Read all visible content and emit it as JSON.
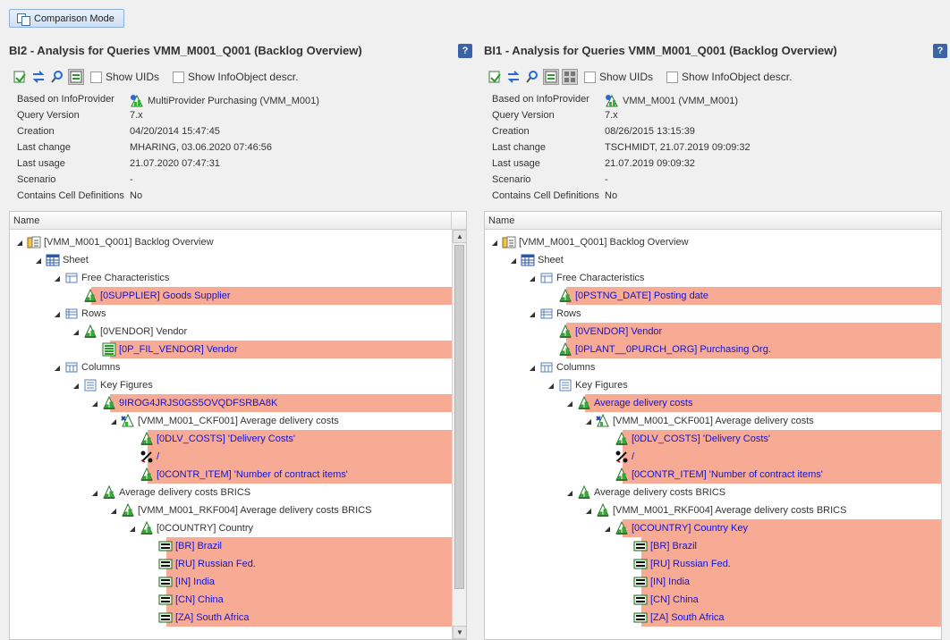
{
  "toolbar": {
    "comparison_mode": "Comparison Mode"
  },
  "colors": {
    "highlight": "#f7ab94",
    "link_blue": "#1414d2",
    "accent": "#3a64a6"
  },
  "panels": [
    {
      "title": "BI2 - Analysis for Queries VMM_M001_Q001 (Backlog Overview)",
      "help": "?",
      "show_uids": "Show UIDs",
      "show_infoobject": "Show InfoObject descr.",
      "props": [
        {
          "k": "Based on InfoProvider",
          "v": "MultiProvider Purchasing (VMM_M001)"
        },
        {
          "k": "Query Version",
          "v": "7.x"
        },
        {
          "k": "Creation",
          "v": "04/20/2014 15:47:45"
        },
        {
          "k": "Last change",
          "v": "MHARING, 03.06.2020 07:46:56"
        },
        {
          "k": "Last usage",
          "v": "21.07.2020 07:47:31"
        },
        {
          "k": "Scenario",
          "v": "-"
        },
        {
          "k": "Contains Cell Definitions",
          "v": "No"
        }
      ],
      "tree_header": "Name",
      "tree": [
        {
          "level": 0,
          "icon": "query",
          "label": "[VMM_M001_Q001] Backlog Overview",
          "hl": false,
          "blue": false,
          "exp": true
        },
        {
          "level": 1,
          "icon": "sheet",
          "label": "Sheet",
          "hl": false,
          "blue": false,
          "exp": true
        },
        {
          "level": 2,
          "icon": "free",
          "label": "Free Characteristics",
          "hl": false,
          "blue": false,
          "exp": true
        },
        {
          "level": 3,
          "icon": "char",
          "label": "[0SUPPLIER] Goods Supplier",
          "hl": true,
          "blue": true,
          "exp": false
        },
        {
          "level": 2,
          "icon": "rows",
          "label": "Rows",
          "hl": false,
          "blue": false,
          "exp": true
        },
        {
          "level": 3,
          "icon": "char",
          "label": "[0VENDOR] Vendor",
          "hl": false,
          "blue": false,
          "exp": true
        },
        {
          "level": 4,
          "icon": "filter",
          "label": "[0P_FIL_VENDOR] Vendor",
          "hl": true,
          "blue": true,
          "exp": false
        },
        {
          "level": 2,
          "icon": "cols",
          "label": "Columns",
          "hl": false,
          "blue": false,
          "exp": true
        },
        {
          "level": 3,
          "icon": "kf",
          "label": "Key Figures",
          "hl": false,
          "blue": false,
          "exp": true
        },
        {
          "level": 4,
          "icon": "char",
          "label": "9IROG4JRJS0GS5OVQDFSRBA8K",
          "hl": true,
          "blue": true,
          "exp": true
        },
        {
          "level": 5,
          "icon": "ckf",
          "label": "[VMM_M001_CKF001] Average delivery costs",
          "hl": false,
          "blue": false,
          "exp": true
        },
        {
          "level": 6,
          "icon": "char",
          "label": "[0DLV_COSTS] 'Delivery Costs'",
          "hl": true,
          "blue": true,
          "exp": false
        },
        {
          "level": 6,
          "icon": "op",
          "label": "/",
          "hl": true,
          "blue": true,
          "exp": false
        },
        {
          "level": 6,
          "icon": "char",
          "label": "[0CONTR_ITEM] 'Number of contract items'",
          "hl": true,
          "blue": true,
          "exp": false
        },
        {
          "level": 4,
          "icon": "char",
          "label": "Average delivery costs BRICS",
          "hl": false,
          "blue": false,
          "exp": true
        },
        {
          "level": 5,
          "icon": "char",
          "label": "[VMM_M001_RKF004] Average delivery costs BRICS",
          "hl": false,
          "blue": false,
          "exp": true
        },
        {
          "level": 6,
          "icon": "char",
          "label": "[0COUNTRY] Country",
          "hl": false,
          "blue": false,
          "exp": true
        },
        {
          "level": 7,
          "icon": "eq",
          "label": "[BR] Brazil",
          "hl": true,
          "blue": true,
          "exp": false
        },
        {
          "level": 7,
          "icon": "eq",
          "label": "[RU] Russian Fed.",
          "hl": true,
          "blue": true,
          "exp": false
        },
        {
          "level": 7,
          "icon": "eq",
          "label": "[IN] India",
          "hl": true,
          "blue": true,
          "exp": false
        },
        {
          "level": 7,
          "icon": "eq",
          "label": "[CN] China",
          "hl": true,
          "blue": true,
          "exp": false
        },
        {
          "level": 7,
          "icon": "eq",
          "label": "[ZA] South Africa",
          "hl": true,
          "blue": true,
          "exp": false
        }
      ]
    },
    {
      "title": "BI1 - Analysis for Queries VMM_M001_Q001 (Backlog Overview)",
      "help": "?",
      "show_uids": "Show UIDs",
      "show_infoobject": "Show InfoObject descr.",
      "props": [
        {
          "k": "Based on InfoProvider",
          "v": "VMM_M001 (VMM_M001)"
        },
        {
          "k": "Query Version",
          "v": "7.x"
        },
        {
          "k": "Creation",
          "v": "08/26/2015 13:15:39"
        },
        {
          "k": "Last change",
          "v": "TSCHMIDT, 21.07.2019 09:09:32"
        },
        {
          "k": "Last usage",
          "v": "21.07.2019 09:09:32"
        },
        {
          "k": "Scenario",
          "v": "-"
        },
        {
          "k": "Contains Cell Definitions",
          "v": "No"
        }
      ],
      "tree_header": "Name",
      "tree": [
        {
          "level": 0,
          "icon": "query",
          "label": "[VMM_M001_Q001] Backlog Overview",
          "hl": false,
          "blue": false,
          "exp": true
        },
        {
          "level": 1,
          "icon": "sheet",
          "label": "Sheet",
          "hl": false,
          "blue": false,
          "exp": true
        },
        {
          "level": 2,
          "icon": "free",
          "label": "Free Characteristics",
          "hl": false,
          "blue": false,
          "exp": true
        },
        {
          "level": 3,
          "icon": "char",
          "label": "[0PSTNG_DATE] Posting date",
          "hl": true,
          "blue": true,
          "exp": false
        },
        {
          "level": 2,
          "icon": "rows",
          "label": "Rows",
          "hl": false,
          "blue": false,
          "exp": true
        },
        {
          "level": 3,
          "icon": "char",
          "label": "[0VENDOR] Vendor",
          "hl": true,
          "blue": true,
          "exp": false
        },
        {
          "level": 3,
          "icon": "char",
          "label": "[0PLANT__0PURCH_ORG] Purchasing Org.",
          "hl": true,
          "blue": true,
          "exp": false
        },
        {
          "level": 2,
          "icon": "cols",
          "label": "Columns",
          "hl": false,
          "blue": false,
          "exp": true
        },
        {
          "level": 3,
          "icon": "kf",
          "label": "Key Figures",
          "hl": false,
          "blue": false,
          "exp": true
        },
        {
          "level": 4,
          "icon": "char",
          "label": "Average delivery costs",
          "hl": true,
          "blue": true,
          "exp": true
        },
        {
          "level": 5,
          "icon": "ckf",
          "label": "[VMM_M001_CKF001] Average delivery costs",
          "hl": false,
          "blue": false,
          "exp": true
        },
        {
          "level": 6,
          "icon": "char",
          "label": "[0DLV_COSTS] 'Delivery Costs'",
          "hl": true,
          "blue": true,
          "exp": false
        },
        {
          "level": 6,
          "icon": "op",
          "label": "/",
          "hl": true,
          "blue": true,
          "exp": false
        },
        {
          "level": 6,
          "icon": "char",
          "label": "[0CONTR_ITEM] 'Number of contract items'",
          "hl": true,
          "blue": true,
          "exp": false
        },
        {
          "level": 4,
          "icon": "char",
          "label": "Average delivery costs BRICS",
          "hl": false,
          "blue": false,
          "exp": true
        },
        {
          "level": 5,
          "icon": "char",
          "label": "[VMM_M001_RKF004] Average delivery costs BRICS",
          "hl": false,
          "blue": false,
          "exp": true
        },
        {
          "level": 6,
          "icon": "char",
          "label": "[0COUNTRY] Country Key",
          "hl": true,
          "blue": true,
          "exp": true
        },
        {
          "level": 7,
          "icon": "eq",
          "label": "[BR] Brazil",
          "hl": true,
          "blue": true,
          "exp": false
        },
        {
          "level": 7,
          "icon": "eq",
          "label": "[RU] Russian Fed.",
          "hl": true,
          "blue": true,
          "exp": false
        },
        {
          "level": 7,
          "icon": "eq",
          "label": "[IN] India",
          "hl": true,
          "blue": true,
          "exp": false
        },
        {
          "level": 7,
          "icon": "eq",
          "label": "[CN] China",
          "hl": true,
          "blue": true,
          "exp": false
        },
        {
          "level": 7,
          "icon": "eq",
          "label": "[ZA] South Africa",
          "hl": true,
          "blue": true,
          "exp": false
        }
      ]
    }
  ]
}
